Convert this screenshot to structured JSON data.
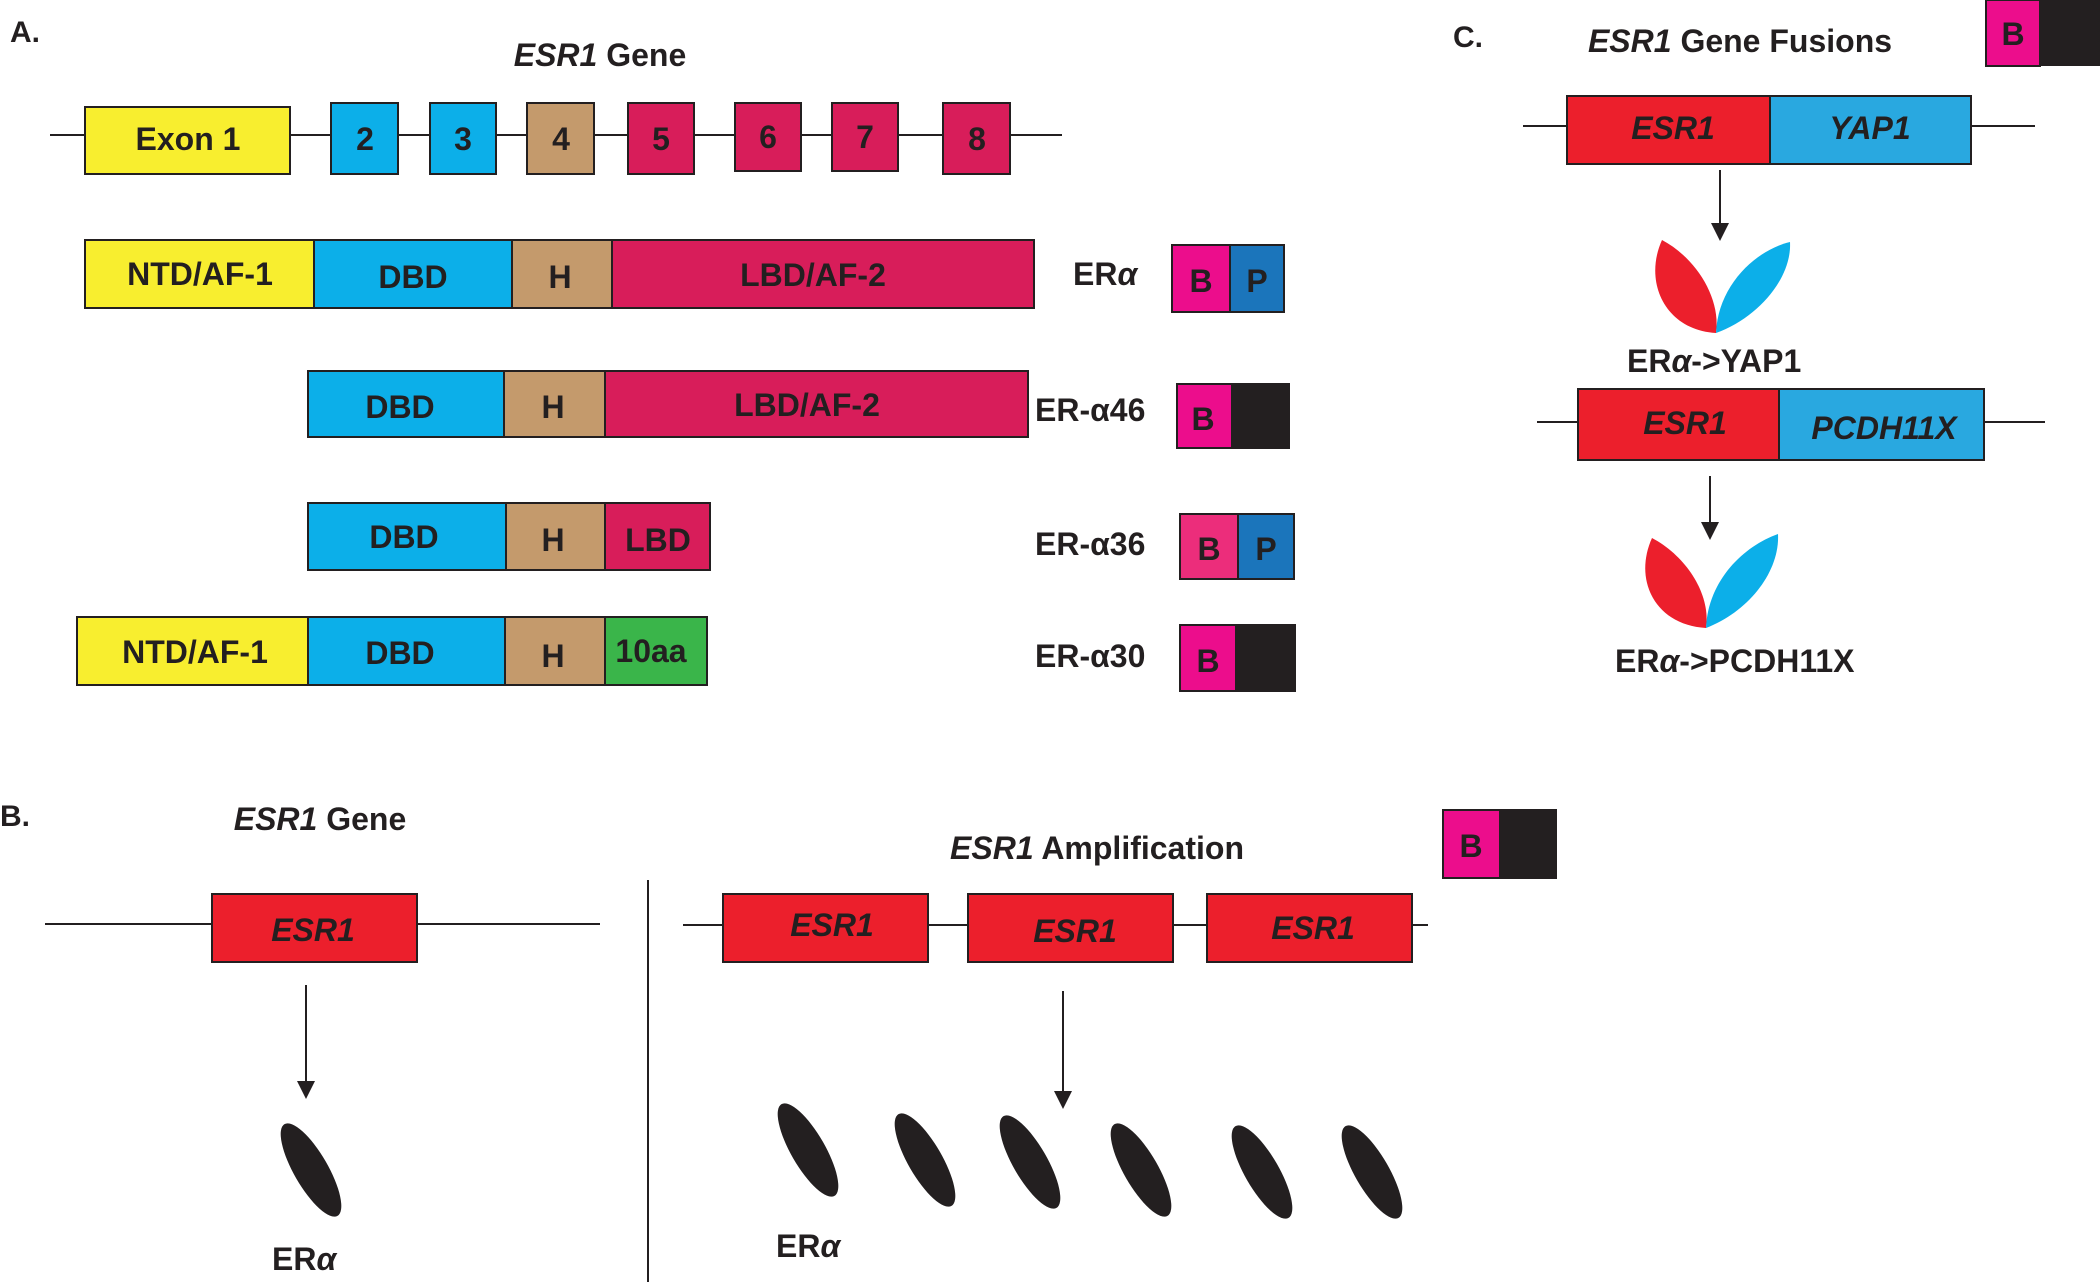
{
  "panels": {
    "a": {
      "label": "A.",
      "title_gene": "ESR1",
      "title_rest": " Gene",
      "exons": [
        "Exon 1",
        "2",
        "3",
        "4",
        "5",
        "6",
        "7",
        "8"
      ],
      "isoforms": [
        {
          "name_prefix": "ER",
          "name_alpha": "α",
          "name_suffix": "",
          "badge_b": "B",
          "badge_p": "P",
          "domains": [
            "NTD/AF-1",
            "DBD",
            "H",
            "LBD/AF-2"
          ]
        },
        {
          "name_prefix": "ER-",
          "name_alpha": "α",
          "name_suffix": "46",
          "badge_b": "B",
          "badge_p": "",
          "domains": [
            "DBD",
            "H",
            "LBD/AF-2"
          ]
        },
        {
          "name_prefix": "ER-",
          "name_alpha": "α",
          "name_suffix": "36",
          "badge_b": "B",
          "badge_p": "P",
          "domains": [
            "DBD",
            "H",
            "LBD"
          ]
        },
        {
          "name_prefix": "ER-",
          "name_alpha": "α",
          "name_suffix": "30",
          "badge_b": "B",
          "badge_p": "",
          "domains": [
            "NTD/AF-1",
            "DBD",
            "H",
            "10aa"
          ]
        }
      ]
    },
    "b": {
      "label": "B.",
      "left": {
        "title_gene": "ESR1",
        "title_rest": " Gene",
        "gene": "ESR1",
        "protein_prefix": "ER",
        "protein_alpha": "α"
      },
      "right": {
        "title_gene": "ESR1",
        "title_rest": " Amplification",
        "genes": [
          "ESR1",
          "ESR1",
          "ESR1"
        ],
        "protein_prefix": "ER",
        "protein_alpha": "α",
        "badge_b": "B"
      }
    },
    "c": {
      "label": "C.",
      "title_gene": "ESR1",
      "title_rest": " Gene Fusions",
      "badge_b": "B",
      "fusions": [
        {
          "gene_a": "ESR1",
          "gene_b": "YAP1",
          "product_prefix": "ER",
          "product_alpha": "α",
          "product_suffix": "->YAP1"
        },
        {
          "gene_a": "ESR1",
          "gene_b": "PCDH11X",
          "product_prefix": "ER",
          "product_alpha": "α",
          "product_suffix": "->PCDH11X"
        }
      ]
    }
  },
  "colors": {
    "yellow": "#f8ee2f",
    "cyan": "#0cafe9",
    "tan": "#c49a6c",
    "crimson": "#d81d5a",
    "red": "#ec1f2c",
    "magenta": "#ec0d8c",
    "blue": "#1b75bb",
    "green": "#3ab54a",
    "black": "#231f20",
    "fusion_cyan": "#29a8e0"
  }
}
